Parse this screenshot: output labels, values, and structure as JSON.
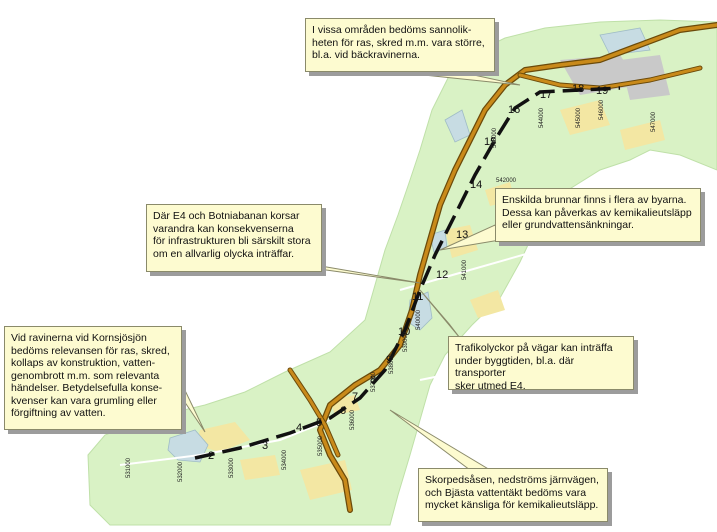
{
  "callouts": {
    "top": "I vissa områden bedöms sannolik-\nheten för ras, skred m.m. vara större,\nbl.a. vid bäckravinerna.",
    "crossing": "Där E4 och Botniabanan korsar\nvarandra kan konsekvenserna\nför infrastrukturen bli särskilt stora\nom en allvarlig olycka inträffar.",
    "wells": "Enskilda brunnar finns i flera av byarna.\nDessa kan påverkas av kemikalieutsläpp\neller grundvattensänkningar.",
    "ravines": "Vid ravinerna vid Kornsjösjön\nbedöms relevansen för ras, skred,\nkollaps av konstruktion, vatten-\ngenombrott m.m. som relevanta\nhändelser. Betydelsefulla konse-\nkvenser kan vara grumling eller\nförgiftning av vatten.",
    "traffic": "Trafikolyckor på vägar kan inträffa\nunder byggtiden, bl.a. där transporter\nsker utmed E4.",
    "sensitive": "Skorpedsåsen, nedströms järnvägen,\noch Bjästa vattentäkt bedöms vara\nmycket känsliga för kemikalieutsläpp."
  },
  "section_labels": [
    "2",
    "3",
    "4",
    "5",
    "6",
    "7",
    "8",
    "9",
    "10",
    "11",
    "12",
    "13",
    "14",
    "15",
    "16",
    "17",
    "18",
    "19"
  ],
  "coordinates": [
    "531000",
    "532000",
    "533000",
    "534000",
    "535000",
    "536000",
    "537000",
    "538000",
    "539000",
    "540000",
    "541000",
    "542000",
    "543000",
    "544000",
    "545000",
    "546000",
    "547000"
  ],
  "colors": {
    "corridor": "#d9f2c5",
    "road": "#c98a1a",
    "road_outline": "#6b4a0a",
    "railway": "#111111",
    "water": "#c7dce3",
    "built": "#c9c9c9",
    "field": "#f3e7a3"
  }
}
